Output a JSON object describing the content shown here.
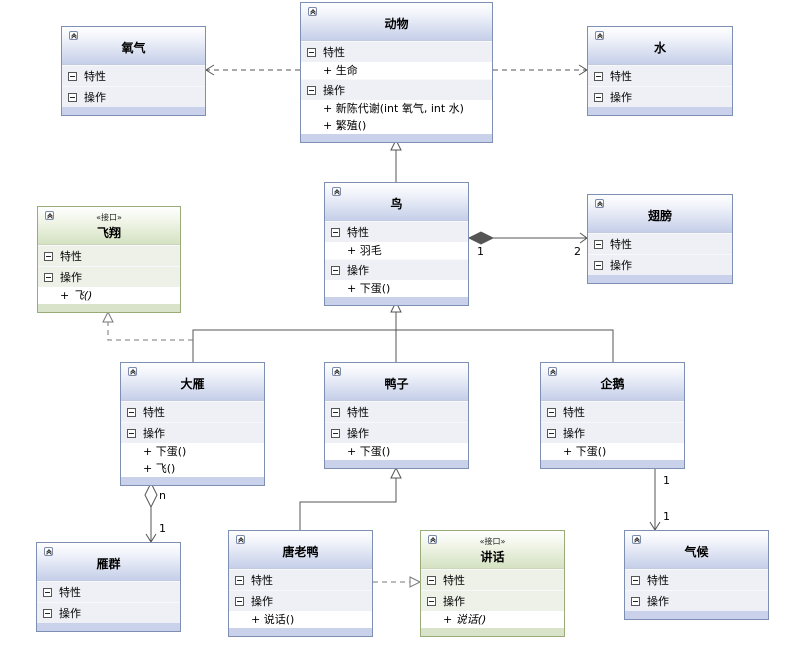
{
  "labels": {
    "attributes": "特性",
    "operations": "操作"
  },
  "classes": {
    "animal": {
      "name": "动物",
      "attrs": [
        "+ 生命"
      ],
      "ops": [
        "+ 新陈代谢(int 氧气, int 水)",
        "+ 繁殖()"
      ]
    },
    "oxygen": {
      "name": "氧气"
    },
    "water": {
      "name": "水"
    },
    "bird": {
      "name": "鸟",
      "attrs": [
        "+ 羽毛"
      ],
      "ops": [
        "+ 下蛋()"
      ]
    },
    "wing": {
      "name": "翅膀"
    },
    "fly": {
      "stereotype": "«接口»",
      "name": "飞翔",
      "ops": [
        "+ 飞()"
      ]
    },
    "goose": {
      "name": "大雁",
      "ops": [
        "+ 下蛋()",
        "+ 飞()"
      ]
    },
    "duck": {
      "name": "鸭子",
      "ops": [
        "+ 下蛋()"
      ]
    },
    "penguin": {
      "name": "企鹅",
      "ops": [
        "+ 下蛋()"
      ]
    },
    "flock": {
      "name": "雁群"
    },
    "donald": {
      "name": "唐老鸭",
      "ops": [
        "+ 说话()"
      ]
    },
    "speak": {
      "stereotype": "«接口»",
      "name": "讲话",
      "ops": [
        "+ 说话()"
      ]
    },
    "climate": {
      "name": "气候"
    }
  },
  "multiplicities": {
    "bird_wing_from": "1",
    "bird_wing_to": "2",
    "goose_flock_from": "n",
    "goose_flock_to": "1",
    "penguin_climate_from": "1",
    "penguin_climate_to": "1"
  }
}
